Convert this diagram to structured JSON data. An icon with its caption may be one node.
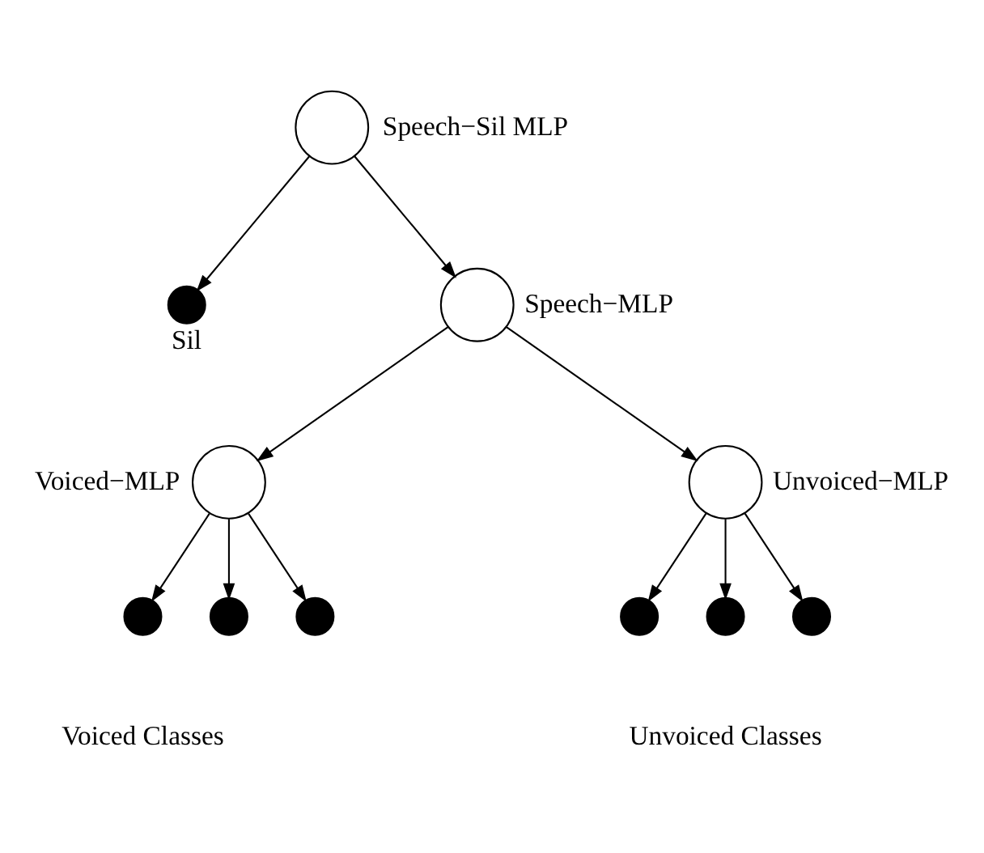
{
  "diagram": {
    "nodes": [
      {
        "text": [
          "Speech−Sil MLP"
        ]
      },
      {
        "text": [
          "Sil"
        ]
      },
      {
        "text": [
          "Speech−MLP"
        ]
      },
      {
        "text": [
          "Voiced−MLP"
        ]
      },
      {
        "text": [
          "Unvoiced−MLP"
        ]
      },
      {
        "text": [],
        "shape": "circle"
      },
      {
        "text": [],
        "shape": "circle"
      },
      {
        "text": [],
        "shape": "circle"
      },
      {
        "text": [],
        "shape": "circle"
      },
      {
        "text": [],
        "shape": "circle"
      },
      {
        "text": [],
        "shape": "circle"
      }
    ],
    "edges": [
      {
        "from": 0,
        "to": 1,
        "arrow": "to"
      },
      {
        "from": 0,
        "to": 2,
        "arrow": "to"
      },
      {
        "from": 2,
        "to": 3,
        "arrow": "to"
      },
      {
        "from": 2,
        "to": 4,
        "arrow": "to"
      },
      {
        "from": 3,
        "to": 5,
        "arrow": "to"
      },
      {
        "from": 3,
        "to": 6,
        "arrow": "to"
      },
      {
        "from": 3,
        "to": 7,
        "arrow": "to"
      },
      {
        "from": 4,
        "to": 8,
        "arrow": "to"
      },
      {
        "from": 4,
        "to": 9,
        "arrow": "to"
      },
      {
        "from": 4,
        "to": 10,
        "arrow": "to"
      }
    ],
    "labels": [
      "Voiced Classes",
      "Unvoiced Classes"
    ]
  }
}
